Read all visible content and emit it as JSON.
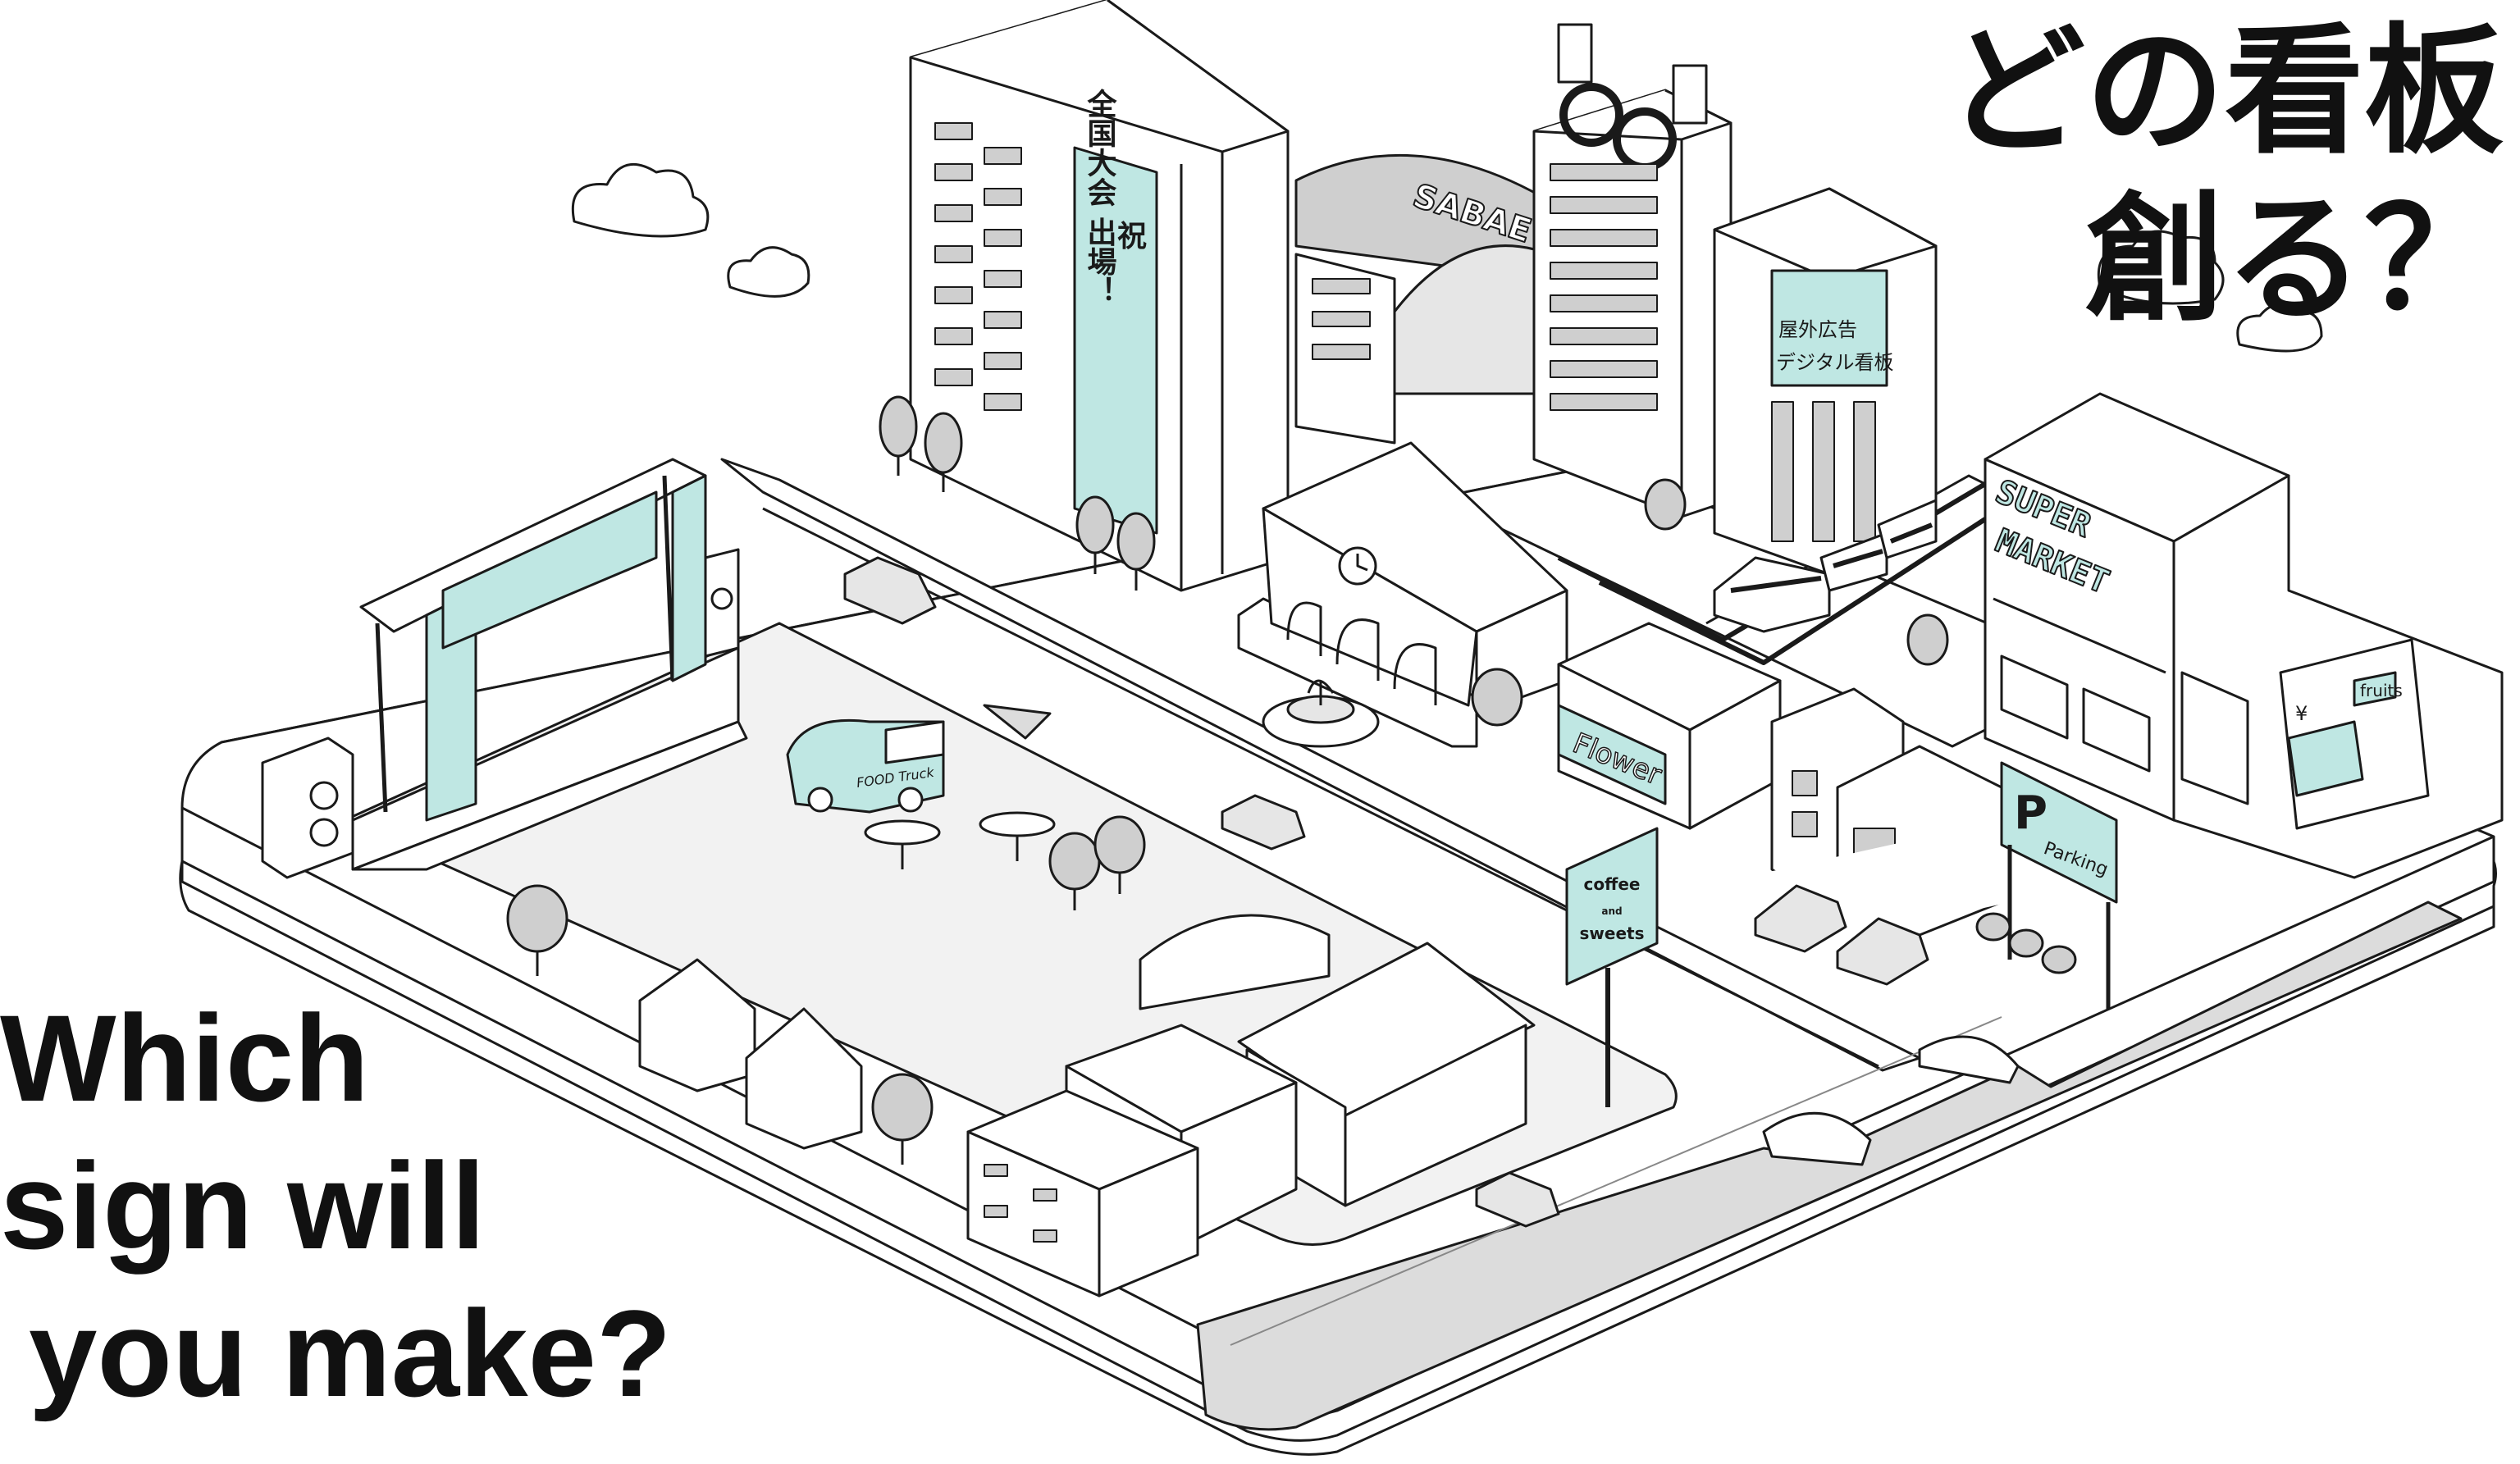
{
  "headline_ja": {
    "line1": "どの看板",
    "line2": "創る？"
  },
  "headline_en": {
    "line1": "Which",
    "line2": "sign will",
    "line3": "you make?"
  },
  "signs": {
    "banner_top": "祝",
    "banner_main": "全国大会 出場！",
    "dome": "SABAE",
    "digital_line1": "屋外広告",
    "digital_line2": "デジタル看板",
    "supermarket_line1": "SUPER",
    "supermarket_line2": "MARKET",
    "fruits": "fruits",
    "flower": "Flower",
    "food_truck": "FOOD Truck",
    "cafe_line1": "coffee",
    "cafe_line2": "and",
    "cafe_line3": "sweets",
    "parking_letter": "P",
    "parking_word": "Parking",
    "price_mark": "¥"
  },
  "colors": {
    "accent": "#bfe7e3",
    "line": "#1a1a1a",
    "ground": "#f2f2f2",
    "gray": "#cfcfcf"
  }
}
